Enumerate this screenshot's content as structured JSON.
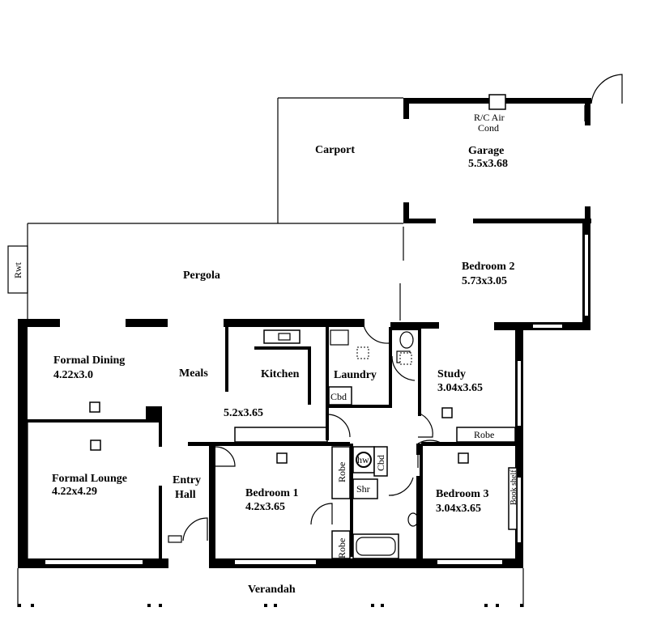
{
  "rooms": {
    "carport": {
      "name": "Carport"
    },
    "garage": {
      "name": "Garage",
      "size": "5.5x3.68"
    },
    "pergola": {
      "name": "Pergola"
    },
    "bedroom2": {
      "name": "Bedroom 2",
      "size": "5.73x3.05"
    },
    "formal_dining": {
      "name": "Formal Dining",
      "size": "4.22x3.0"
    },
    "meals": {
      "name": "Meals"
    },
    "kitchen": {
      "name": "Kitchen",
      "size": "5.2x3.65"
    },
    "laundry": {
      "name": "Laundry"
    },
    "study": {
      "name": "Study",
      "size": "3.04x3.65"
    },
    "formal_lounge": {
      "name": "Formal Lounge",
      "size": "4.22x4.29"
    },
    "entry_hall": {
      "name_line1": "Entry",
      "name_line2": "Hall"
    },
    "bedroom1": {
      "name": "Bedroom 1",
      "size": "4.2x3.65"
    },
    "bedroom3": {
      "name": "Bedroom 3",
      "size": "3.04x3.65"
    },
    "verandah": {
      "name": "Verandah"
    }
  },
  "fixtures": {
    "air_cond_line1": "R/C Air",
    "air_cond_line2": "Cond",
    "rwt": "Rwt",
    "cbd": "Cbd",
    "robe": "Robe",
    "hw": "hw",
    "shr": "Shr",
    "book_shelf": "Book shelf"
  }
}
